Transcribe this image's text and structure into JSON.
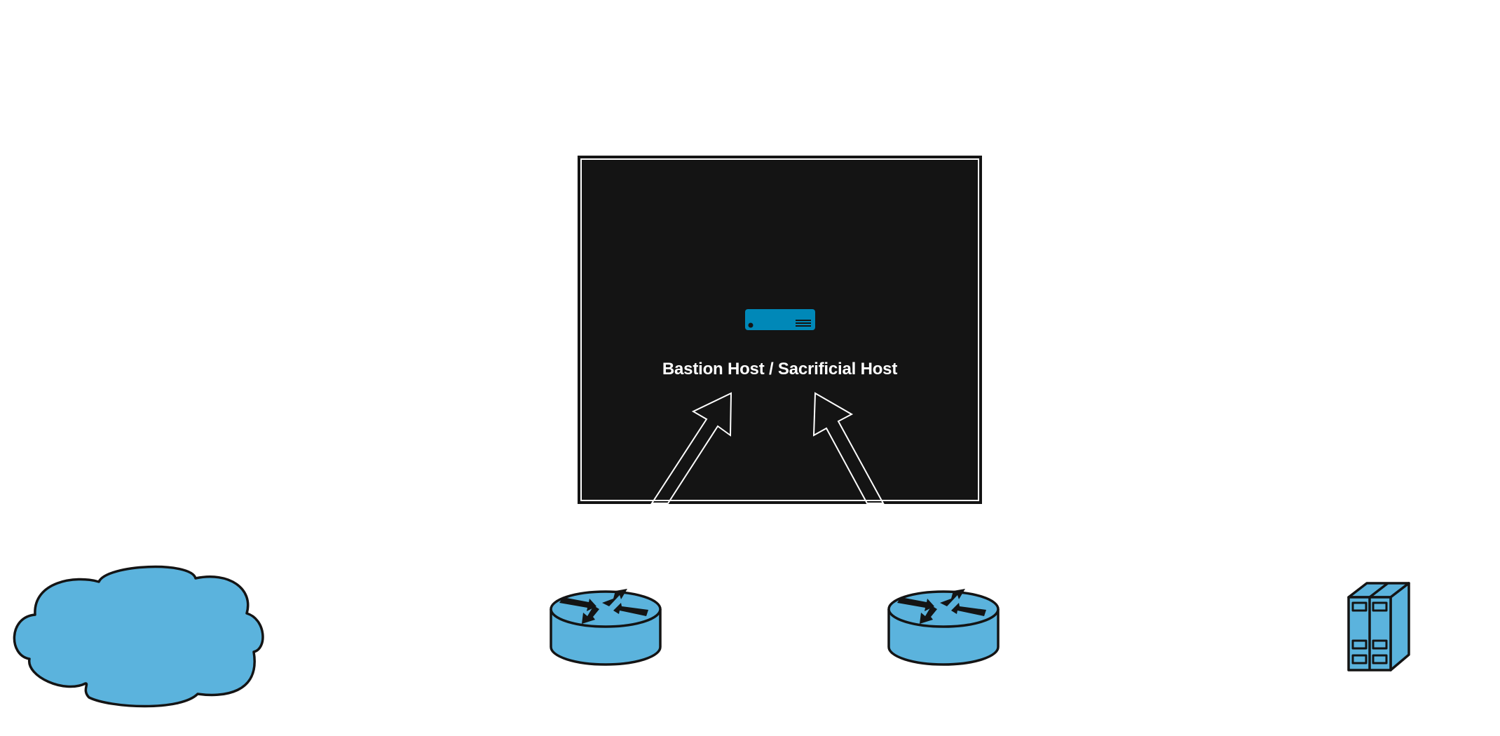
{
  "diagram": {
    "title": "Bastion Host / Sacrificial Host",
    "zone": {
      "label": "Bastion Host / Sacrificial Host",
      "icon": "server-icon",
      "background": "#141414",
      "border": "#ffffff"
    },
    "nodes": [
      {
        "id": "internet",
        "icon": "cloud-icon",
        "label": ""
      },
      {
        "id": "router-1",
        "icon": "router-icon",
        "label": ""
      },
      {
        "id": "router-2",
        "icon": "router-icon",
        "label": ""
      },
      {
        "id": "server-rack",
        "icon": "server-rack-icon",
        "label": ""
      }
    ],
    "edges": [
      {
        "from": "router-1",
        "to": "bastion-host",
        "style": "hollow-arrow"
      },
      {
        "from": "router-2",
        "to": "bastion-host",
        "style": "hollow-arrow"
      }
    ],
    "colors": {
      "device_fill": "#5bb3dd",
      "device_stroke": "#141414",
      "server_icon": "#0088b8",
      "arrow_stroke": "#ffffff"
    }
  }
}
